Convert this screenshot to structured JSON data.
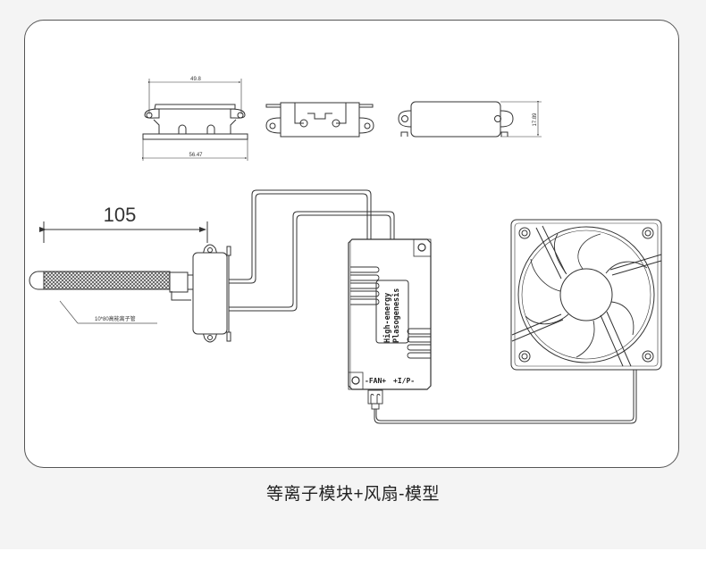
{
  "diagram": {
    "top_views": {
      "front_view": {
        "top_dimension": "49.8",
        "bottom_dimension": "56.47"
      },
      "side_view": {},
      "end_view": {
        "height_dimension": "17.89"
      }
    },
    "ion_tube": {
      "length_dimension": "105",
      "label": "10*80高能离子管"
    },
    "module": {
      "label_line1": "High-energy",
      "label_line2": "Plasogenesis",
      "pin_fan": "-FAN+",
      "pin_input": "+I/P-"
    },
    "fan": {
      "icon": "cooling-fan-icon"
    },
    "caption": "等离子模块+风扇-模型"
  },
  "colors": {
    "page_background": "#f4f4f4",
    "frame_background": "#ffffff",
    "frame_border": "#555555",
    "line": "#333333"
  }
}
